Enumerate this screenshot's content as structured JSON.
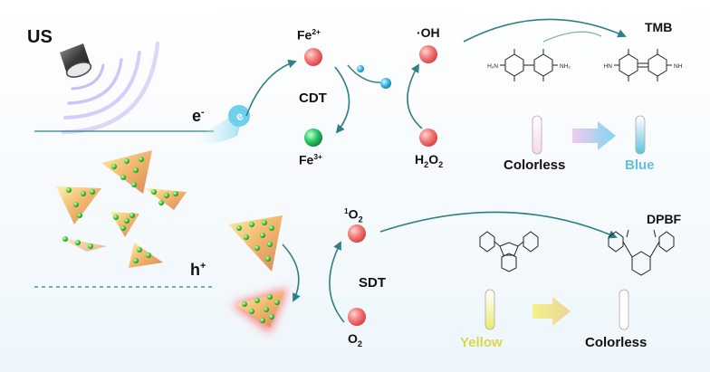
{
  "left": {
    "us_label": "US",
    "electron_label": "e",
    "electron_sup": "-",
    "hole_label": "h",
    "hole_sup": "+"
  },
  "cdt": {
    "label": "CDT",
    "fe2_base": "Fe",
    "fe2_sup": "2+",
    "fe3_base": "Fe",
    "fe3_sup": "3+",
    "oh_label": "·OH",
    "h2o2_base": "H",
    "h2o2_sub1": "2",
    "h2o2_mid": "O",
    "h2o2_sub2": "2"
  },
  "tmb": {
    "label": "TMB",
    "left_color_label": "Colorless",
    "right_color_label": "Blue",
    "mol_nh2_left": "H₂N",
    "mol_nh2_right": "NH₂",
    "mol_nh_left": "HN",
    "mol_nh_right": "NH"
  },
  "sdt": {
    "label": "SDT",
    "singlet_sup": "1",
    "singlet_base": "O",
    "singlet_sub": "2",
    "o2_base": "O",
    "o2_sub": "2"
  },
  "dpbf": {
    "label": "DPBF",
    "left_color_label": "Yellow",
    "right_color_label": "Colorless"
  },
  "colors": {
    "teal_arrow": "#2f7f86",
    "red_sphere": "#f47a7a",
    "green_sphere": "#2ecc6a",
    "blue_text": "#5fc3df",
    "yellow_text": "#d8d84a",
    "speaker_waves": "#b9a8f0"
  }
}
